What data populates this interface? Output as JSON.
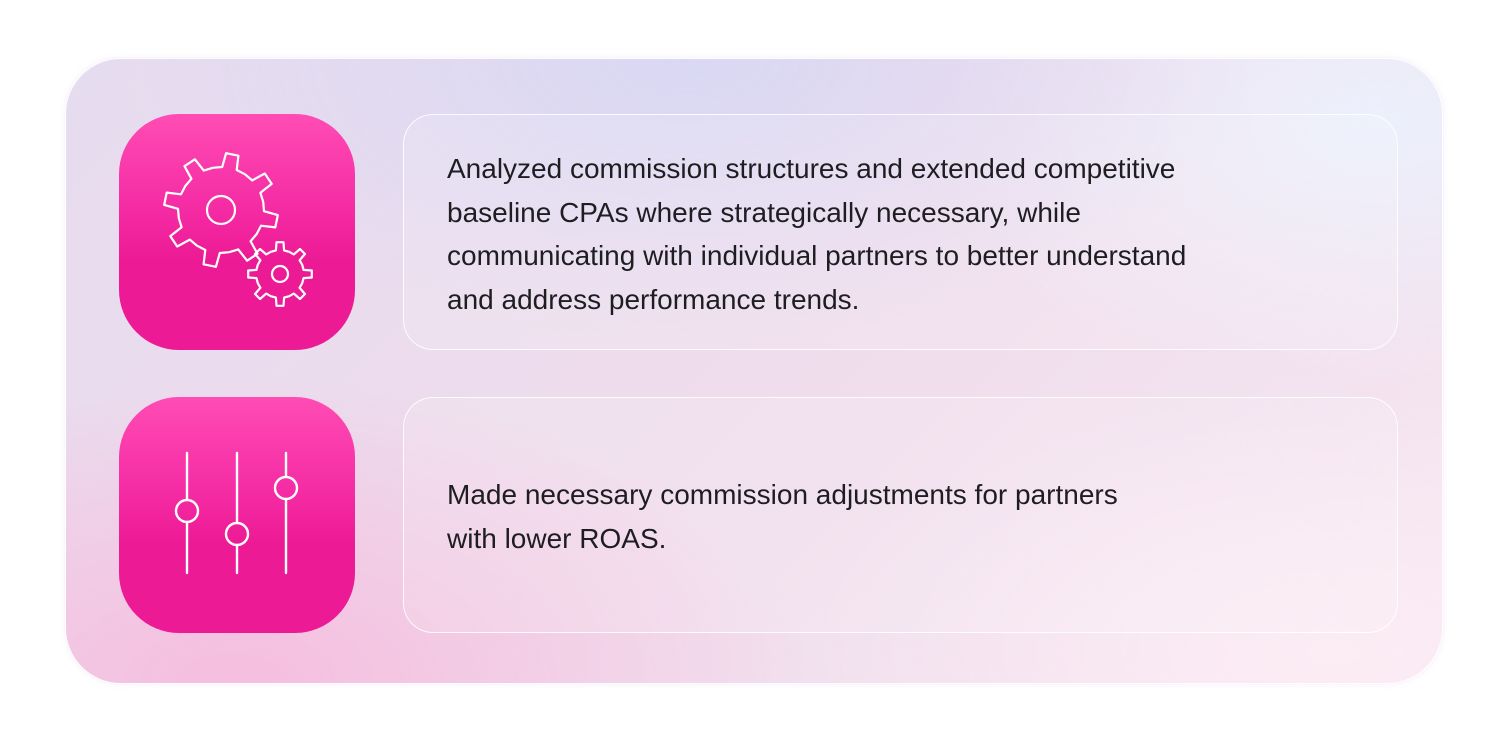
{
  "colors": {
    "tile_gradient_top": "#ff4cb4",
    "tile_gradient_bottom": "#ec1a95",
    "icon_stroke": "#ffffff",
    "text": "#1e1e22"
  },
  "items": [
    {
      "icon": "gears-icon",
      "lines": [
        "Analyzed commission structures and extended competitive",
        "baseline CPAs where strategically necessary, while",
        "communicating with individual partners to better understand",
        "and address performance trends."
      ]
    },
    {
      "icon": "sliders-icon",
      "lines": [
        "Made necessary commission adjustments for partners",
        "with lower ROAS."
      ]
    }
  ]
}
